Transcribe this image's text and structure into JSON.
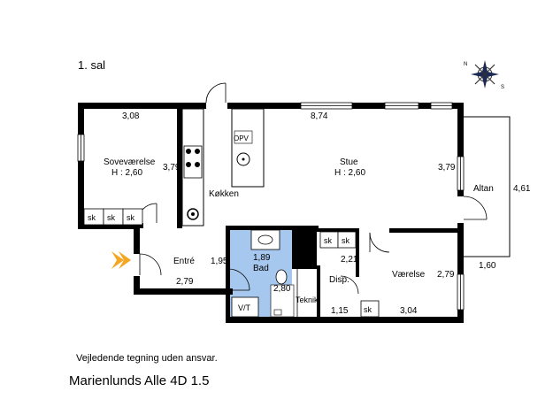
{
  "floor_label": "1. sal",
  "rooms": {
    "sovevaerelse": {
      "name": "Soveværelse",
      "height": "H : 2,60",
      "width_dim": "3,08",
      "depth_dim": "3,79"
    },
    "koekken": {
      "name": "Køkken",
      "opv": "OPV"
    },
    "stue": {
      "name": "Stue",
      "height": "H : 2,60",
      "width_dim": "8,74",
      "depth_dim": "3,79"
    },
    "altan": {
      "name": "Altan",
      "depth_dim": "4,61",
      "width_dim": "1,60"
    },
    "entre": {
      "name": "Entré",
      "depth_dim": "1,95",
      "width_dim": "2,79"
    },
    "bad": {
      "name": "Bad",
      "width_dim": "1,89",
      "depth_dim": "2,80"
    },
    "vt": {
      "name": "V/T"
    },
    "teknik": {
      "name": "Teknik"
    },
    "disp": {
      "name": "Disp.",
      "depth_dim": "2,21",
      "width_dim": "1,15"
    },
    "vaerelse": {
      "name": "Værelse",
      "depth_dim": "2,79",
      "width_dim": "3,04"
    }
  },
  "closets": [
    "sk",
    "sk",
    "sk",
    "sk",
    "sk",
    "sk"
  ],
  "compass_letters": {
    "n": "N",
    "s": "S"
  },
  "disclaimer": "Vejledende tegning uden ansvar.",
  "address": "Marienlunds Alle 4D 1.5",
  "colors": {
    "wall": "#000000",
    "bathroom": "#a7c8ee",
    "entrance_arrow": "#f5a623",
    "window": "#ffffff"
  }
}
